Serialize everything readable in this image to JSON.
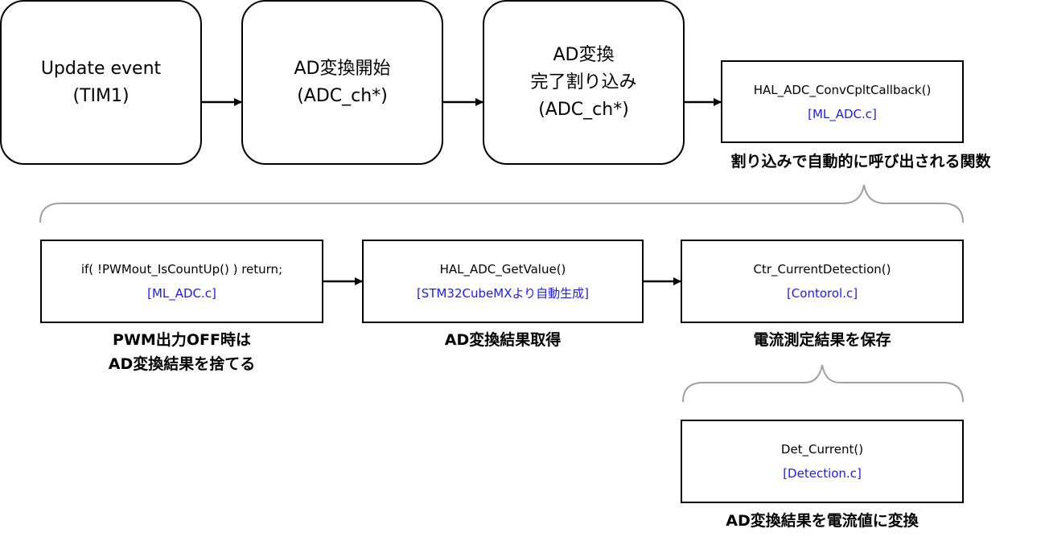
{
  "top_row": {
    "update_event": {
      "lines": [
        "Update event",
        "(TIM1)"
      ]
    },
    "ad_start": {
      "lines": [
        "AD変換開始",
        "(ADC_ch*)"
      ]
    },
    "ad_complete": {
      "lines": [
        "AD変換",
        "完了割り込み",
        "(ADC_ch*)"
      ]
    },
    "callback": {
      "func": "HAL_ADC_ConvCpltCallback()",
      "file": "[ML_ADC.c]"
    },
    "callback_caption": "割り込みで自動的に呼び出される関数"
  },
  "middle_row": {
    "pwm_check": {
      "func": "if( !PWMout_IsCountUp() ) return;",
      "file": "[ML_ADC.c]"
    },
    "pwm_check_caption": [
      "PWM出力OFF時は",
      "AD変換結果を捨てる"
    ],
    "get_value": {
      "func": "HAL_ADC_GetValue()",
      "file": "[STM32CubeMXより自動生成]"
    },
    "get_value_caption": "AD変換結果取得",
    "current_detection": {
      "func": "Ctr_CurrentDetection()",
      "file": "[Contorol.c]"
    },
    "current_detection_caption": "電流測定結果を保存"
  },
  "bottom_row": {
    "det_current": {
      "func": "Det_Current()",
      "file": "[Detection.c]"
    },
    "det_current_caption": "AD変換結果を電流値に変換"
  },
  "colors": {
    "file_ref": "#1a1aff",
    "brace": "#a0a0a0",
    "line": "#000000"
  }
}
